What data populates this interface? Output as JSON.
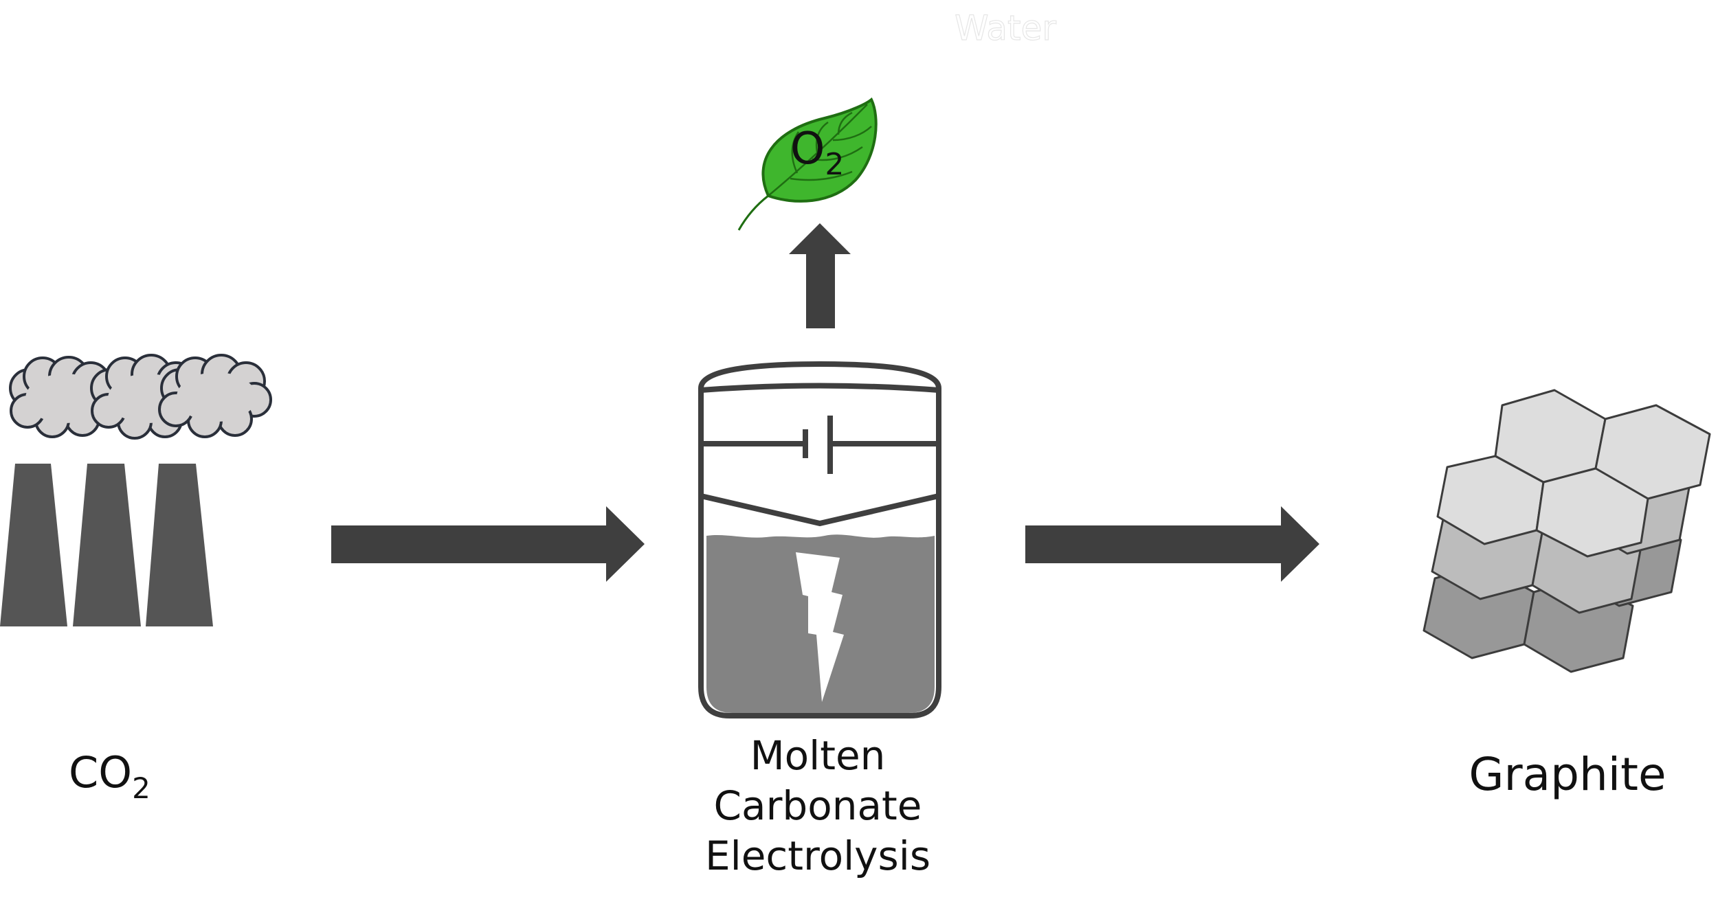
{
  "watermark": "Water",
  "leaf": {
    "label_main": "O",
    "label_sub": "2"
  },
  "source": {
    "label_main": "CO",
    "label_sub": "2"
  },
  "process": {
    "line1": "Molten",
    "line2": "Carbonate",
    "line3": "Electrolysis"
  },
  "product": {
    "label": "Graphite"
  },
  "colors": {
    "dark": "#3f3f3f",
    "chimney": "#555555",
    "cloud_fill": "#d4d2d2",
    "cloud_stroke": "#2a2f3a",
    "electrolyte": "#838383",
    "leaf_fill": "#3fb62d",
    "leaf_stroke": "#1f6e12",
    "hex_top": "#dddddd",
    "hex_mid": "#bcbcbc",
    "hex_bottom": "#989898",
    "hex_stroke": "#3c3c3c"
  },
  "icons": [
    "factory-icon",
    "arrow-right-icon",
    "arrow-up-icon",
    "leaf-icon",
    "electrolysis-cell-icon",
    "battery-icon",
    "lightning-icon",
    "graphite-layers-icon"
  ]
}
